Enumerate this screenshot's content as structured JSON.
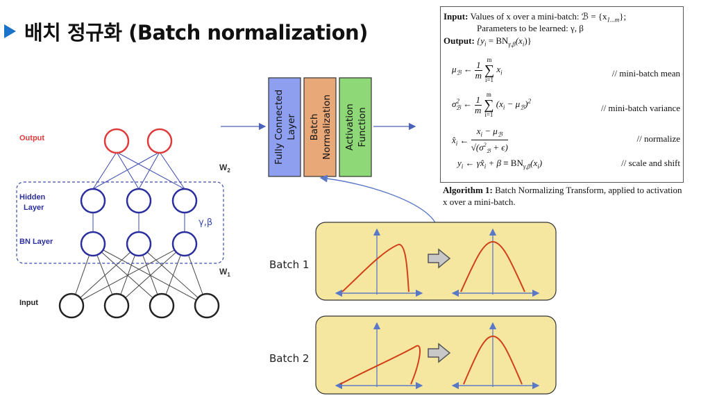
{
  "title": "배치 정규화 (Batch normalization)",
  "network": {
    "labels": {
      "output": "Output",
      "hidden_line1": "Hidden",
      "hidden_line2": "Layer",
      "bn": "BN Layer",
      "input": "Input",
      "w2": "W",
      "w2_sub": "2",
      "w1": "W",
      "w1_sub": "1",
      "gamma_beta": "γ,β"
    },
    "colors": {
      "output": "#e03a3a",
      "hidden": "#2b2f9e",
      "input": "#222222",
      "dashed": "#3a4ab0"
    }
  },
  "pipeline": {
    "boxes": [
      {
        "line1": "Fully Connected",
        "line2": "Layer",
        "color": "#8f9ff0"
      },
      {
        "line1": "Batch",
        "line2": "Normalization",
        "color": "#e8a878"
      },
      {
        "line1": "Activation",
        "line2": "Function",
        "color": "#8ed878"
      }
    ]
  },
  "batches": [
    {
      "label": "Batch 1"
    },
    {
      "label": "Batch 2"
    }
  ],
  "algorithm": {
    "input_label": "Input:",
    "input_text": "Values of x over a mini-batch: ℬ = {x",
    "input_sub": "1...m",
    "input_end": "};",
    "params_text": "Parameters to be learned: γ, β",
    "output_label": "Output:",
    "output_text": "{y",
    "output_sub": "i",
    "output_eq": " = BN",
    "output_sub2": "γ,β",
    "output_end": "(x",
    "output_end2": ")}",
    "comments": {
      "mean": "// mini-batch mean",
      "variance": "// mini-batch variance",
      "normalize": "// normalize",
      "scale": "// scale and shift"
    },
    "caption_label": "Algorithm 1:",
    "caption_text": "Batch Normalizing Transform, applied to activation x over a mini-batch."
  }
}
